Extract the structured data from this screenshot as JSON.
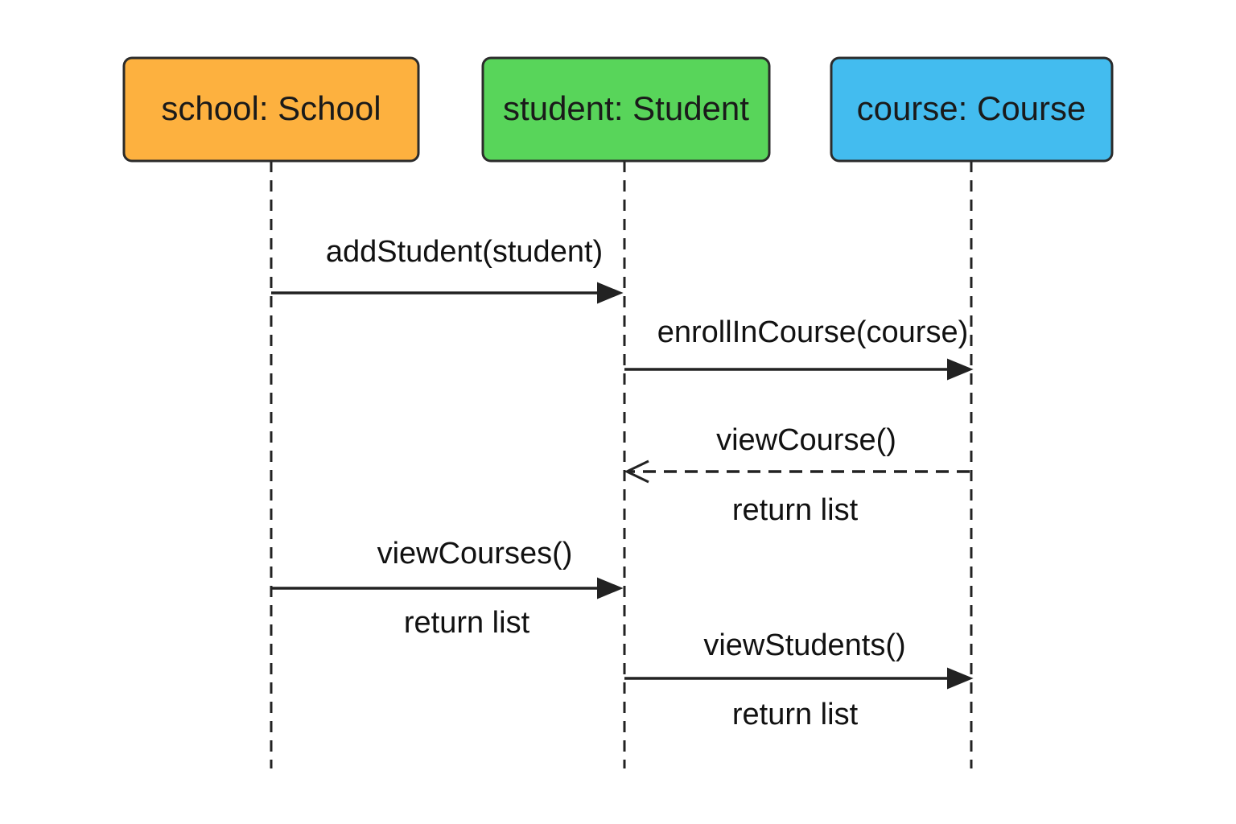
{
  "actors": [
    {
      "id": "school",
      "label": "school: School",
      "color": "#FDB13F"
    },
    {
      "id": "student",
      "label": "student: Student",
      "color": "#58D55A"
    },
    {
      "id": "course",
      "label": "course: Course",
      "color": "#43BCEF"
    }
  ],
  "messages": [
    {
      "id": "addStudent",
      "label": "addStudent(student)",
      "from": "school",
      "to": "student",
      "style": "solid"
    },
    {
      "id": "enrollInCourse",
      "label": "enrollInCourse(course)",
      "from": "student",
      "to": "course",
      "style": "solid"
    },
    {
      "id": "viewCourse",
      "label": "viewCourse()",
      "from": "course",
      "to": "student",
      "style": "dashed",
      "return_label": "return list"
    },
    {
      "id": "viewCourses",
      "label": "viewCourses()",
      "from": "school",
      "to": "student",
      "style": "solid",
      "return_label": "return list"
    },
    {
      "id": "viewStudents",
      "label": "viewStudents()",
      "from": "student",
      "to": "course",
      "style": "solid",
      "return_label": "return list"
    }
  ]
}
